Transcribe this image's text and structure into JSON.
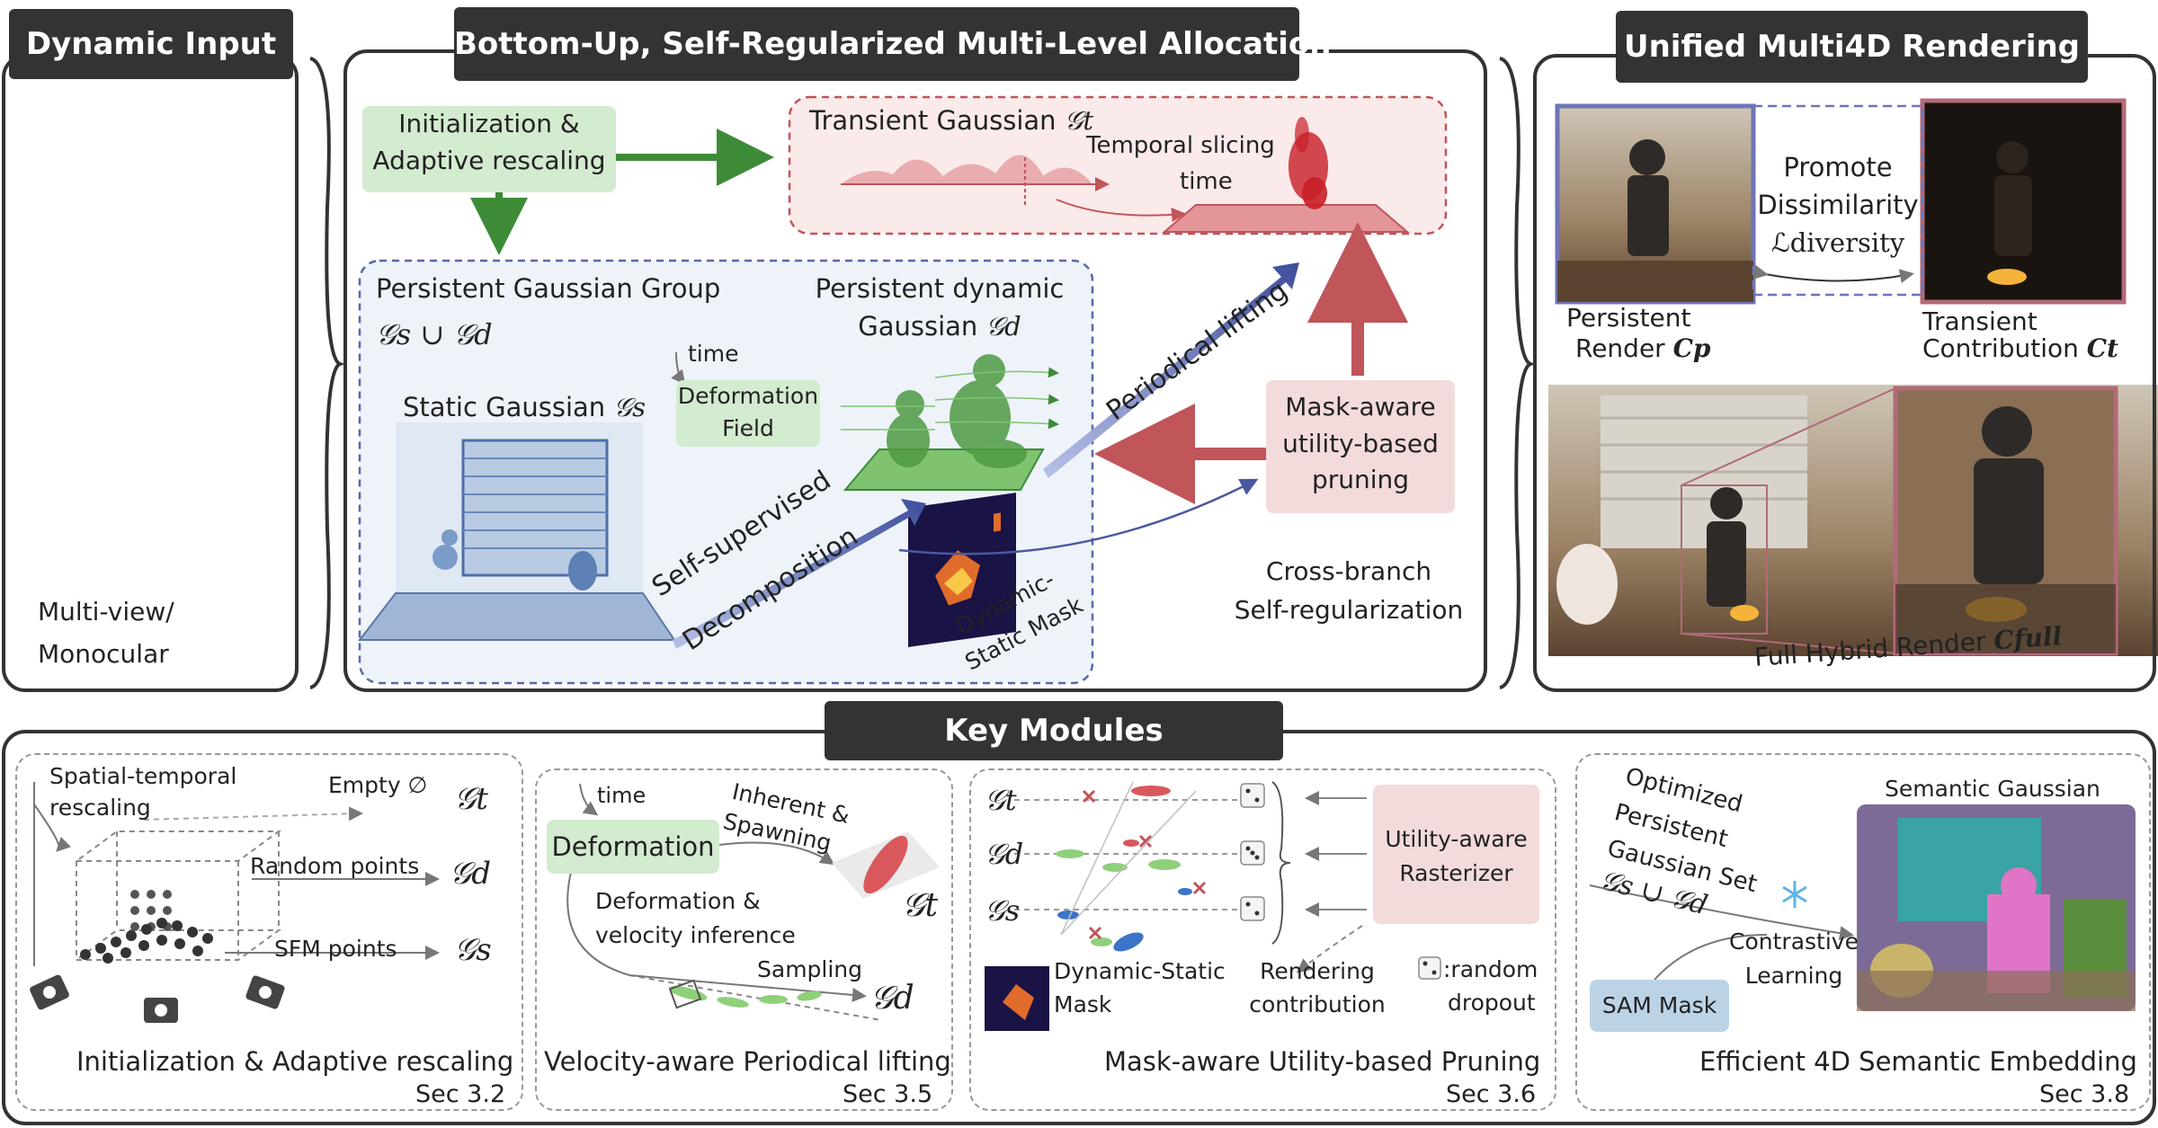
{
  "panels": {
    "dynamic_input": {
      "title": "Dynamic Input",
      "caption_line1": "Multi-view/",
      "caption_line2": "Monocular"
    },
    "allocation": {
      "title": "Bottom-Up, Self-Regularized Multi-Level Allocation",
      "init_line1": "Initialization &",
      "init_line2": "Adaptive rescaling",
      "transient_label": "Transient Gaussian",
      "transient_symbol": "𝒢t",
      "temporal_slicing_line1": "Temporal slicing",
      "temporal_slicing_line2": "time",
      "persistent_group": "Persistent Gaussian Group",
      "persistent_group_symbol": "𝒢s ∪ 𝒢d",
      "persistent_dynamic_line1": "Persistent dynamic",
      "persistent_dynamic_line2": "Gaussian",
      "persistent_dynamic_symbol": "𝒢d",
      "time_label": "time",
      "deformation_line1": "Deformation",
      "deformation_line2": "Field",
      "static_gaussian": "Static Gaussian",
      "static_symbol": "𝒢s",
      "self_supervised_line1": "Self-supervised",
      "self_supervised_line2": "Decomposition",
      "periodical_lifting": "Periodical lifting",
      "mask_label_line1": "Dynamic-",
      "mask_label_line2": "Static Mask",
      "pruning_line1": "Mask-aware",
      "pruning_line2": "utility-based",
      "pruning_line3": "pruning",
      "cross_branch_line1": "Cross-branch",
      "cross_branch_line2": "Self-regularization"
    },
    "rendering": {
      "title": "Unified Multi4D Rendering",
      "promote_line1": "Promote",
      "promote_line2": "Dissimilarity",
      "diversity_loss": "ℒdiversity",
      "persistent_render_line1": "Persistent",
      "persistent_render_line2": "Render",
      "persistent_render_symbol": "Cp",
      "transient_contribution_line1": "Transient",
      "transient_contribution_line2": "Contribution",
      "transient_contribution_symbol": "Ct",
      "full_render": "Full Hybrid Render",
      "full_render_symbol": "Cfull"
    }
  },
  "key_modules": {
    "title": "Key Modules",
    "m1": {
      "spatial_line1": "Spatial-temporal",
      "spatial_line2": "rescaling",
      "empty": "Empty ∅",
      "empty_symbol": "𝒢t",
      "random_points": "Random points",
      "random_symbol": "𝒢d",
      "sfm_points": "SFM points",
      "sfm_symbol": "𝒢s",
      "caption": "Initialization & Adaptive rescaling",
      "sec": "Sec 3.2"
    },
    "m2": {
      "time": "time",
      "deformation": "Deformation",
      "inherent_line1": "Inherent &",
      "inherent_line2": "Spawning",
      "gt_symbol": "𝒢t",
      "deform_velocity_line1": "Deformation &",
      "deform_velocity_line2": "velocity inference",
      "sampling": "Sampling",
      "gd_symbol": "𝒢d",
      "caption": "Velocity-aware Periodical lifting",
      "sec": "Sec 3.5"
    },
    "m3": {
      "gt": "𝒢t",
      "gd": "𝒢d",
      "gs": "𝒢s",
      "rasterizer_line1": "Utility-aware",
      "rasterizer_line2": "Rasterizer",
      "mask_line1": "Dynamic-Static",
      "mask_line2": "Mask",
      "rendering_line1": "Rendering",
      "rendering_line2": "contribution",
      "dropout_line1": ":random",
      "dropout_line2": "dropout",
      "caption": "Mask-aware Utility-based Pruning",
      "sec": "Sec 3.6"
    },
    "m4": {
      "optimized_line1": "Optimized",
      "optimized_line2": "Persistent",
      "optimized_line3": "Gaussian Set",
      "optimized_symbol": "𝒢s ∪ 𝒢d",
      "semantic_gaussian": "Semantic Gaussian",
      "contrastive_line1": "Contrastive",
      "contrastive_line2": "Learning",
      "sam_mask": "SAM Mask",
      "caption": "Efficient 4D Semantic Embedding",
      "sec": "Sec 3.8"
    }
  },
  "colors": {
    "green_arrow": "#3d8b37",
    "red_arrow": "#c0555a",
    "blue_arrow": "#4a58a0",
    "persistent_frame": "#6f74b8",
    "transient_frame": "#b26a78"
  },
  "icons": [
    "film-strip-icon",
    "camera-icon",
    "dice-icon",
    "snowflake-icon"
  ]
}
